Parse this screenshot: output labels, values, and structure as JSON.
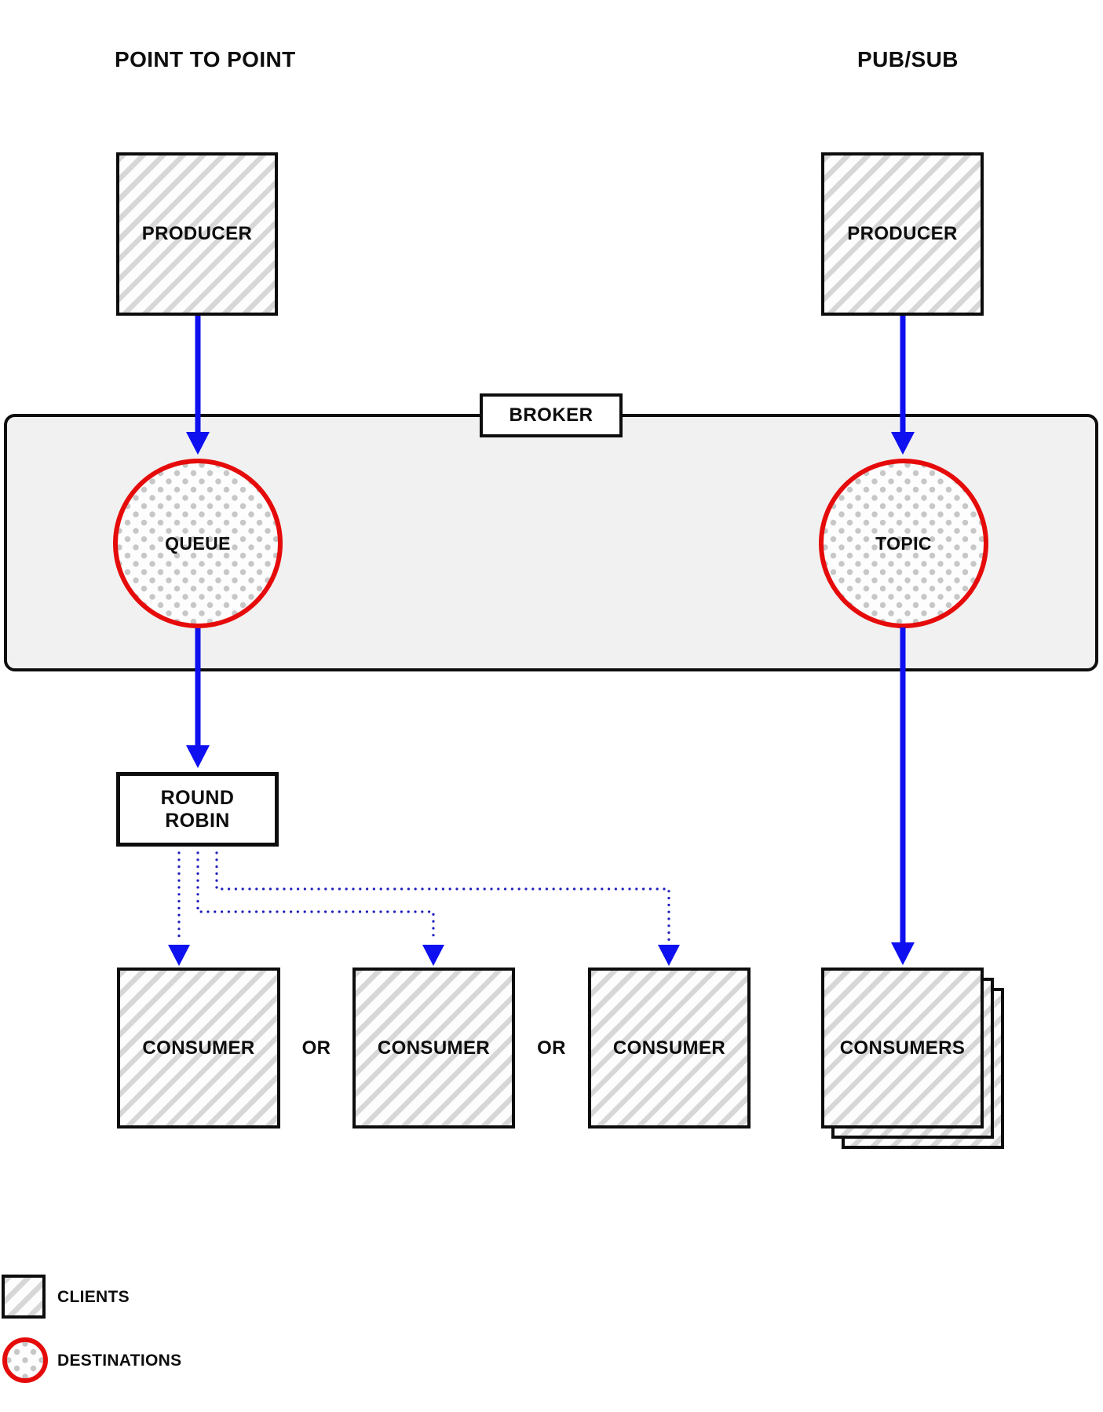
{
  "headers": {
    "left": "POINT TO POINT",
    "right": "PUB/SUB"
  },
  "broker": {
    "label": "BROKER"
  },
  "point_to_point": {
    "producer_label": "PRODUCER",
    "queue_label": "QUEUE",
    "round_robin_label": "ROUND\nROBIN",
    "consumer_labels": [
      "CONSUMER",
      "CONSUMER",
      "CONSUMER"
    ],
    "or_labels": [
      "OR",
      "OR"
    ]
  },
  "pub_sub": {
    "producer_label": "PRODUCER",
    "topic_label": "TOPIC",
    "consumers_label": "CONSUMERS"
  },
  "legend": {
    "items": [
      {
        "icon": "hatched-square",
        "label": "CLIENTS"
      },
      {
        "icon": "dotted-circle",
        "label": "DESTINATIONS"
      }
    ]
  },
  "colors": {
    "arrow_blue": "#0e10ef",
    "dotted_line_blue": "#1d1dbb",
    "destination_red": "#e60b0b",
    "broker_band_gray": "#f1f1f1",
    "hatch_stripe_gray": "#d7d7d7",
    "dot_pattern_gray": "#c7c7c7",
    "ink_black": "#0d0d0d"
  }
}
